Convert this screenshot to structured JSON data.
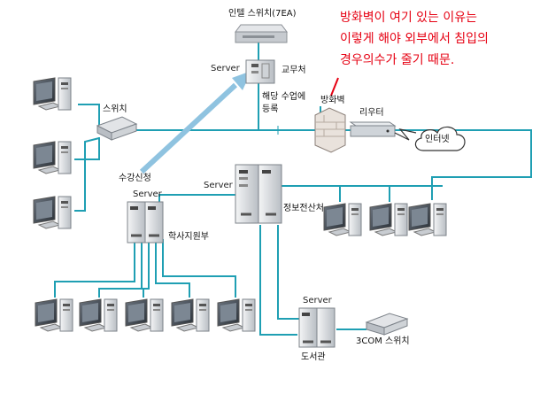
{
  "note": {
    "lines": [
      "방화벽이 여기 있는 이유는",
      "이렇게 해야 외부에서 침입의",
      "경우의수가 줄기 때문."
    ],
    "color": "#e60012"
  },
  "labels": {
    "intel_switch": "인텔 스위치(7EA)",
    "server_top": "Server",
    "academic_office": "교무처",
    "course_register": "해당 수업에",
    "course_register2": "등록",
    "firewall": "방화벽",
    "router": "리우터",
    "internet": "인터넷",
    "switch": "스위치",
    "enroll_request": "수강신청",
    "server_mid": "Server",
    "server_left": "Server",
    "info_center": "정보전산처",
    "student_support": "학사지원부",
    "server_lib": "Server",
    "library": "도서관",
    "switch_3com": "3COM 스위치"
  },
  "colors": {
    "link": "#1f9fb3",
    "arrow": "#8fc3e0",
    "device": "#dfe2e6"
  }
}
